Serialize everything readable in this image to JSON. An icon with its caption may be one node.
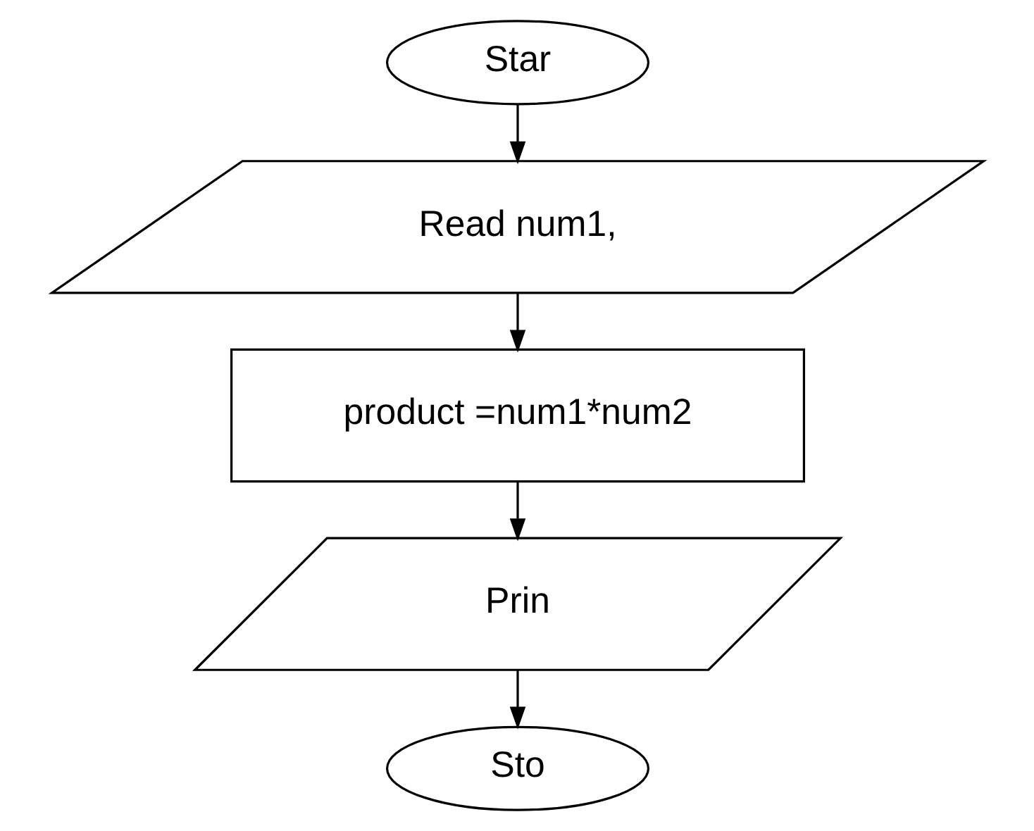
{
  "diagram": {
    "nodes": [
      {
        "text": [
          "Star"
        ]
      },
      {
        "text": [
          "Read num1,"
        ]
      },
      {
        "text": [
          "product =num1*num2"
        ]
      },
      {
        "text": [
          "Prin"
        ]
      },
      {
        "text": [
          "Sto"
        ]
      }
    ],
    "edges": [
      {
        "from": 0,
        "to": 1,
        "arrow": "to"
      },
      {
        "from": 1,
        "to": 2,
        "arrow": "to"
      },
      {
        "from": 2,
        "to": 3,
        "arrow": "to"
      },
      {
        "from": 3,
        "to": 4,
        "arrow": "to"
      }
    ]
  }
}
